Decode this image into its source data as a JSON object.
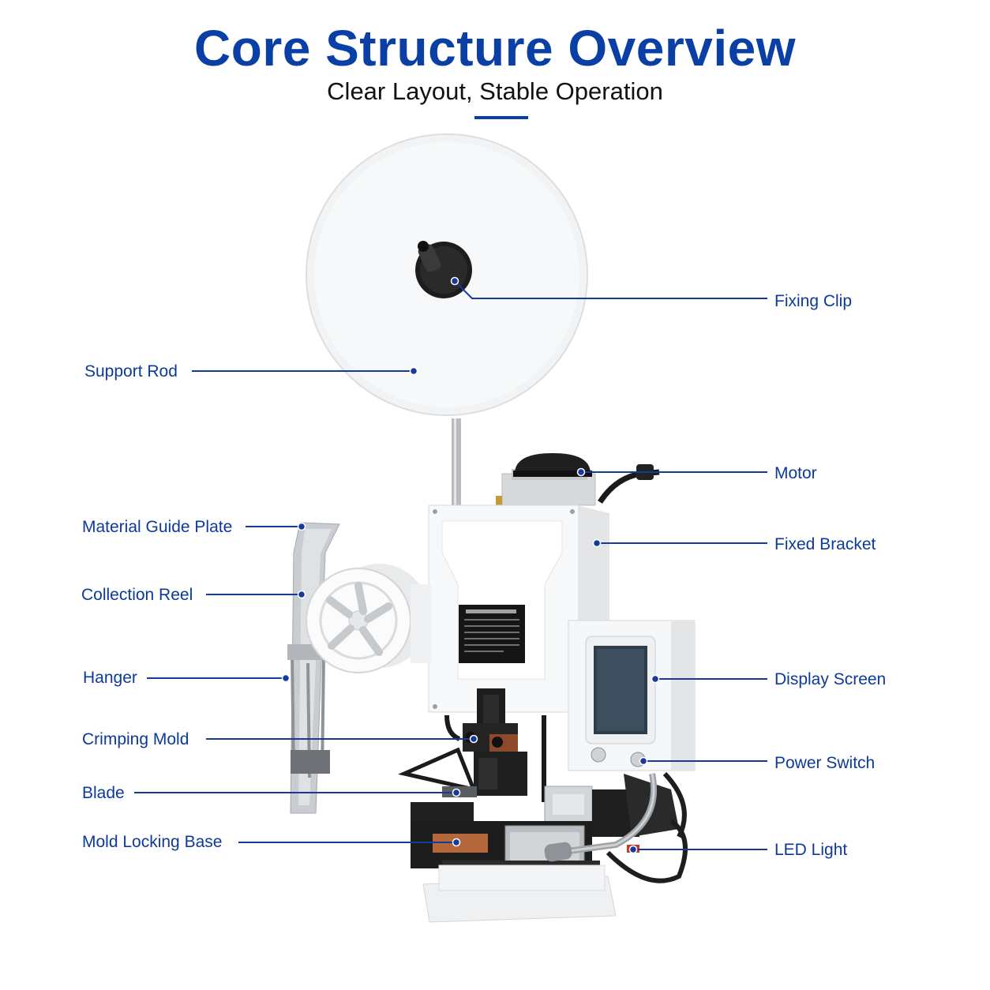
{
  "header": {
    "title": "Core Structure Overview",
    "subtitle": "Clear Layout, Stable Operation"
  },
  "colors": {
    "title_blue": "#0a3fa6",
    "label_blue": "#0b3a9a",
    "leader_line": "#16399a",
    "machine_white": "#f4f5f6",
    "machine_shadow": "#d9dcdf",
    "dark_part": "#1b1b1b",
    "copper_part": "#b5673c",
    "screen": "#2e3d4a"
  },
  "labels": {
    "fixing_clip": "Fixing Clip",
    "support_rod": "Support Rod",
    "motor": "Motor",
    "fixed_bracket": "Fixed Bracket",
    "material_guide_plate": "Material Guide Plate",
    "collection_reel": "Collection Reel",
    "hanger": "Hanger",
    "display_screen": "Display Screen",
    "crimping_mold": "Crimping Mold",
    "power_switch": "Power Switch",
    "blade": "Blade",
    "mold_locking_base": "Mold Locking Base",
    "led_light": "LED Light"
  }
}
